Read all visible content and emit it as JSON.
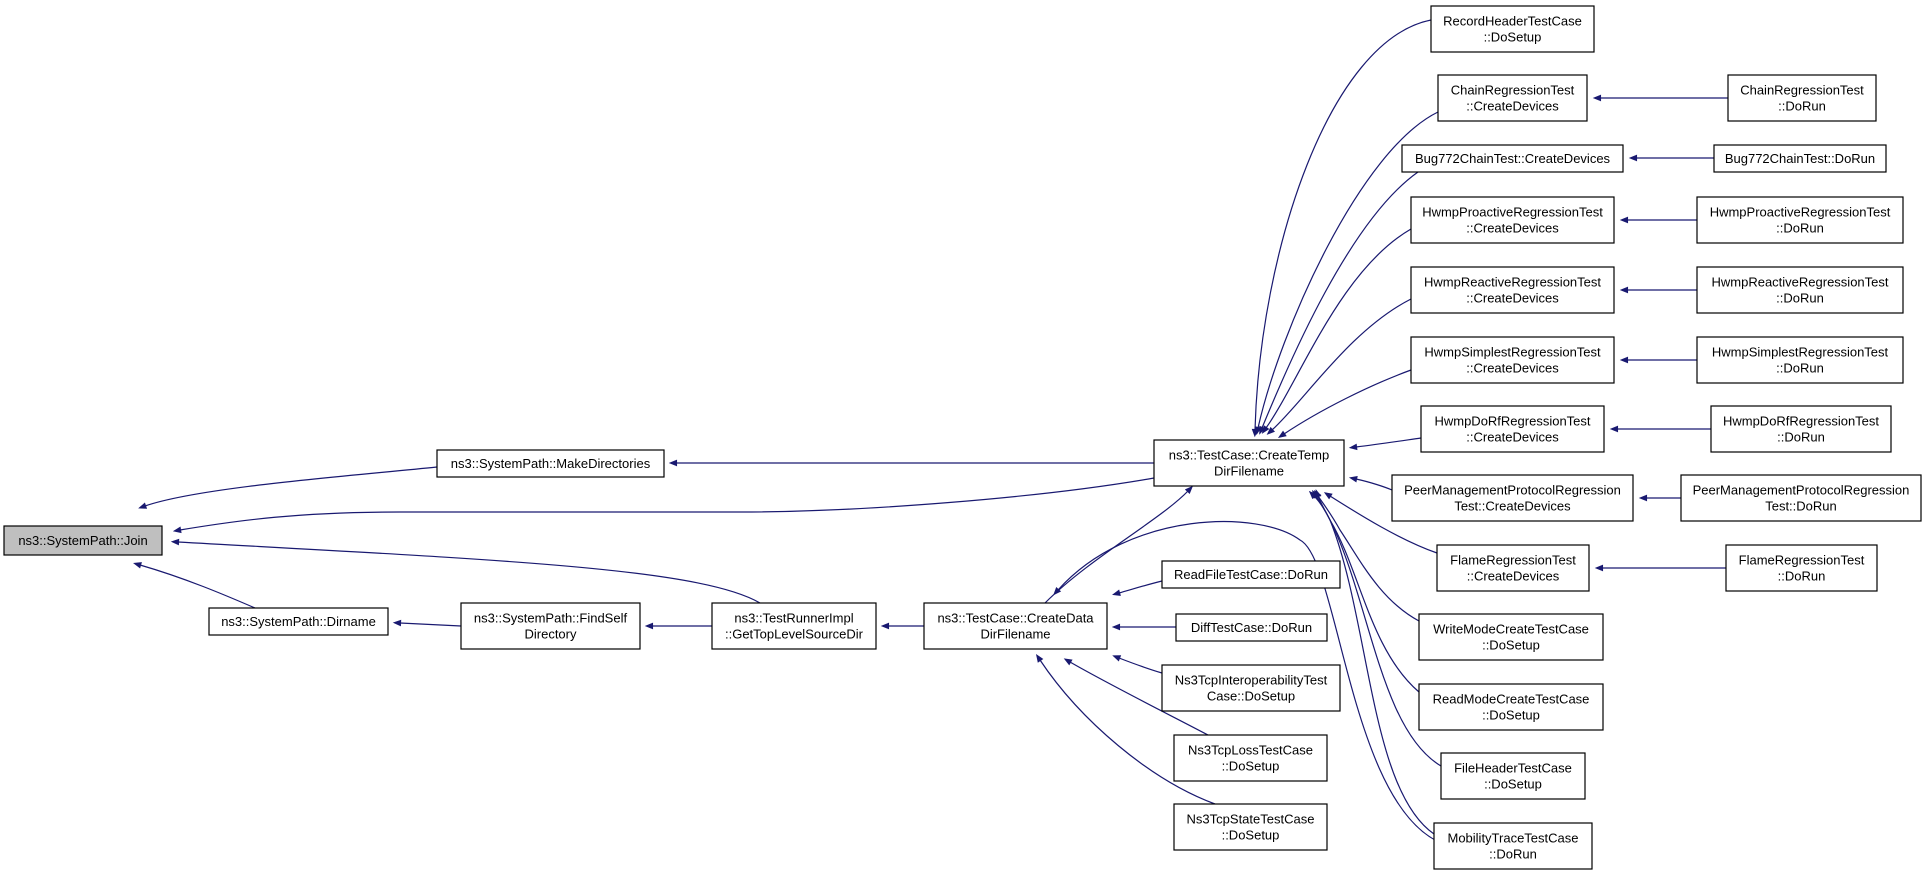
{
  "graph": {
    "title": "",
    "root": "join",
    "nodes": [
      {
        "id": "join",
        "lines": [
          "ns3::SystemPath::Join"
        ],
        "root": true
      },
      {
        "id": "makedirs",
        "lines": [
          "ns3::SystemPath::MakeDirectories"
        ]
      },
      {
        "id": "dirname",
        "lines": [
          "ns3::SystemPath::Dirname"
        ]
      },
      {
        "id": "findself",
        "lines": [
          "ns3::SystemPath::FindSelf",
          "Directory"
        ]
      },
      {
        "id": "gettop",
        "lines": [
          "ns3::TestRunnerImpl",
          "::GetTopLevelSourceDir"
        ]
      },
      {
        "id": "createtemp",
        "lines": [
          "ns3::TestCase::CreateTemp",
          "DirFilename"
        ]
      },
      {
        "id": "createdata",
        "lines": [
          "ns3::TestCase::CreateData",
          "DirFilename"
        ]
      },
      {
        "id": "readfile",
        "lines": [
          "ReadFileTestCase::DoRun"
        ]
      },
      {
        "id": "difftest",
        "lines": [
          "DiffTestCase::DoRun"
        ]
      },
      {
        "id": "tcpinterop",
        "lines": [
          "Ns3TcpInteroperabilityTest",
          "Case::DoSetup"
        ]
      },
      {
        "id": "tcploss",
        "lines": [
          "Ns3TcpLossTestCase",
          "::DoSetup"
        ]
      },
      {
        "id": "tcpstate",
        "lines": [
          "Ns3TcpStateTestCase",
          "::DoSetup"
        ]
      },
      {
        "id": "recordheader",
        "lines": [
          "RecordHeaderTestCase",
          "::DoSetup"
        ]
      },
      {
        "id": "chaincd",
        "lines": [
          "ChainRegressionTest",
          "::CreateDevices"
        ]
      },
      {
        "id": "bugcd",
        "lines": [
          "Bug772ChainTest::CreateDevices"
        ]
      },
      {
        "id": "proactcd",
        "lines": [
          "HwmpProactiveRegressionTest",
          "::CreateDevices"
        ]
      },
      {
        "id": "reactcd",
        "lines": [
          "HwmpReactiveRegressionTest",
          "::CreateDevices"
        ]
      },
      {
        "id": "simplecd",
        "lines": [
          "HwmpSimplestRegressionTest",
          "::CreateDevices"
        ]
      },
      {
        "id": "dorfcd",
        "lines": [
          "HwmpDoRfRegressionTest",
          "::CreateDevices"
        ]
      },
      {
        "id": "peercd",
        "lines": [
          "PeerManagementProtocolRegression",
          "Test::CreateDevices"
        ]
      },
      {
        "id": "flamecd",
        "lines": [
          "FlameRegressionTest",
          "::CreateDevices"
        ]
      },
      {
        "id": "writemode",
        "lines": [
          "WriteModeCreateTestCase",
          "::DoSetup"
        ]
      },
      {
        "id": "readmode",
        "lines": [
          "ReadModeCreateTestCase",
          "::DoSetup"
        ]
      },
      {
        "id": "fileheader",
        "lines": [
          "FileHeaderTestCase",
          "::DoSetup"
        ]
      },
      {
        "id": "mobility",
        "lines": [
          "MobilityTraceTestCase",
          "::DoRun"
        ]
      },
      {
        "id": "chainrun",
        "lines": [
          "ChainRegressionTest",
          "::DoRun"
        ]
      },
      {
        "id": "bugrun",
        "lines": [
          "Bug772ChainTest::DoRun"
        ]
      },
      {
        "id": "proactrun",
        "lines": [
          "HwmpProactiveRegressionTest",
          "::DoRun"
        ]
      },
      {
        "id": "reactrun",
        "lines": [
          "HwmpReactiveRegressionTest",
          "::DoRun"
        ]
      },
      {
        "id": "simplerun",
        "lines": [
          "HwmpSimplestRegressionTest",
          "::DoRun"
        ]
      },
      {
        "id": "dorfrun",
        "lines": [
          "HwmpDoRfRegressionTest",
          "::DoRun"
        ]
      },
      {
        "id": "peerrun",
        "lines": [
          "PeerManagementProtocolRegression",
          "Test::DoRun"
        ]
      },
      {
        "id": "flamerun",
        "lines": [
          "FlameRegressionTest",
          "::DoRun"
        ]
      }
    ],
    "edges": [
      {
        "from": "makedirs",
        "to": "join"
      },
      {
        "from": "createtemp",
        "to": "join"
      },
      {
        "from": "gettop",
        "to": "join"
      },
      {
        "from": "dirname",
        "to": "join"
      },
      {
        "from": "findself",
        "to": "dirname"
      },
      {
        "from": "gettop",
        "to": "findself"
      },
      {
        "from": "createdata",
        "to": "gettop"
      },
      {
        "from": "createtemp",
        "to": "makedirs"
      },
      {
        "from": "createdata",
        "to": "createtemp"
      },
      {
        "from": "readfile",
        "to": "createdata"
      },
      {
        "from": "difftest",
        "to": "createdata"
      },
      {
        "from": "tcpinterop",
        "to": "createdata"
      },
      {
        "from": "tcploss",
        "to": "createdata"
      },
      {
        "from": "tcpstate",
        "to": "createdata"
      },
      {
        "from": "mobility",
        "to": "createdata"
      },
      {
        "from": "recordheader",
        "to": "createtemp"
      },
      {
        "from": "chaincd",
        "to": "createtemp"
      },
      {
        "from": "bugcd",
        "to": "createtemp"
      },
      {
        "from": "proactcd",
        "to": "createtemp"
      },
      {
        "from": "reactcd",
        "to": "createtemp"
      },
      {
        "from": "simplecd",
        "to": "createtemp"
      },
      {
        "from": "dorfcd",
        "to": "createtemp"
      },
      {
        "from": "peercd",
        "to": "createtemp"
      },
      {
        "from": "flamecd",
        "to": "createtemp"
      },
      {
        "from": "writemode",
        "to": "createtemp"
      },
      {
        "from": "readmode",
        "to": "createtemp"
      },
      {
        "from": "fileheader",
        "to": "createtemp"
      },
      {
        "from": "mobility",
        "to": "createtemp"
      },
      {
        "from": "chainrun",
        "to": "chaincd"
      },
      {
        "from": "bugrun",
        "to": "bugcd"
      },
      {
        "from": "proactrun",
        "to": "proactcd"
      },
      {
        "from": "reactrun",
        "to": "reactcd"
      },
      {
        "from": "simplerun",
        "to": "simplecd"
      },
      {
        "from": "dorfrun",
        "to": "dorfcd"
      },
      {
        "from": "peerrun",
        "to": "peercd"
      },
      {
        "from": "flamerun",
        "to": "flamecd"
      }
    ],
    "colors": {
      "edge": "#191970",
      "node_border": "#000000",
      "root_fill": "#bfbfbf",
      "node_fill": "#ffffff"
    }
  }
}
